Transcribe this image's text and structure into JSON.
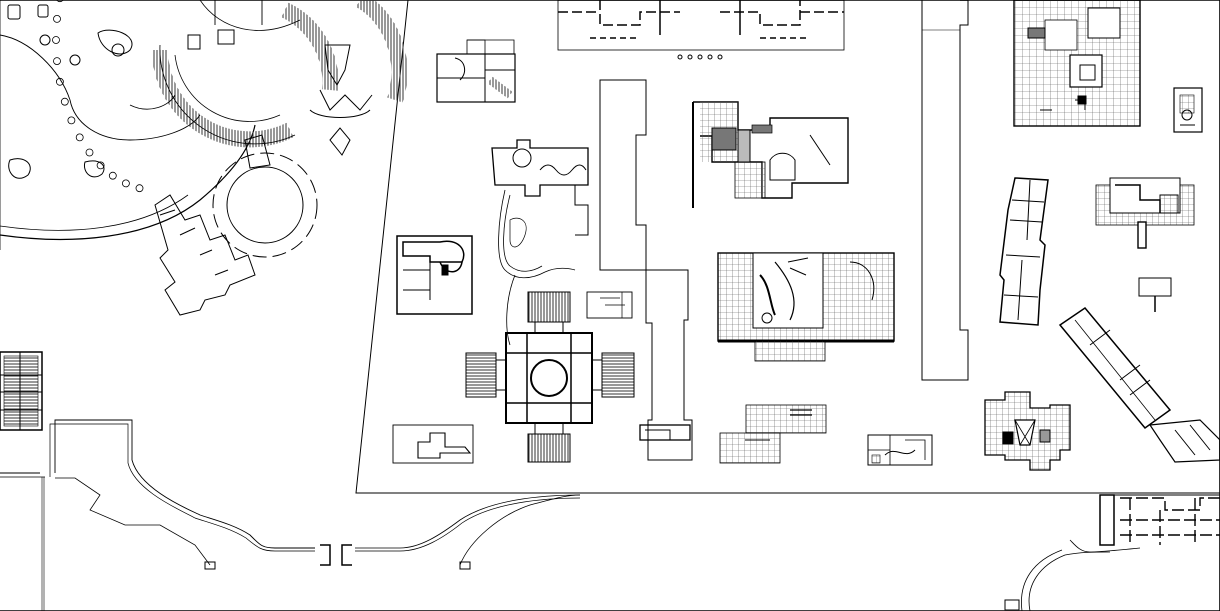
{
  "drawing": {
    "background": "#ffffff",
    "line_color": "#000000",
    "hatch_color": "#555555",
    "fill_dark": "#777777",
    "fill_light": "#bbbbbb"
  },
  "plans": [
    {
      "id": "rotunda-complex",
      "kind": "ring"
    },
    {
      "id": "villa-rotonda",
      "kind": "cross"
    },
    {
      "id": "small-villa-top",
      "kind": "box"
    },
    {
      "id": "villa-curved",
      "kind": "box"
    },
    {
      "id": "serpentine-wall-house",
      "kind": "box"
    },
    {
      "id": "corridor-slab",
      "kind": "outline"
    },
    {
      "id": "court-house-dark",
      "kind": "grid"
    },
    {
      "id": "barcelona-pavilion",
      "kind": "grid"
    },
    {
      "id": "grid-platform-low",
      "kind": "grid"
    },
    {
      "id": "grid-house-top-right",
      "kind": "grid"
    },
    {
      "id": "tall-slab-right",
      "kind": "outline"
    },
    {
      "id": "linear-block-vertical",
      "kind": "box"
    },
    {
      "id": "linear-block-diagonal",
      "kind": "box"
    },
    {
      "id": "small-grid-house-right",
      "kind": "grid"
    },
    {
      "id": "pinwheel-house",
      "kind": "grid"
    },
    {
      "id": "palace-top",
      "kind": "box"
    },
    {
      "id": "palace-bottom-right",
      "kind": "box"
    },
    {
      "id": "small-box-house",
      "kind": "box"
    }
  ]
}
